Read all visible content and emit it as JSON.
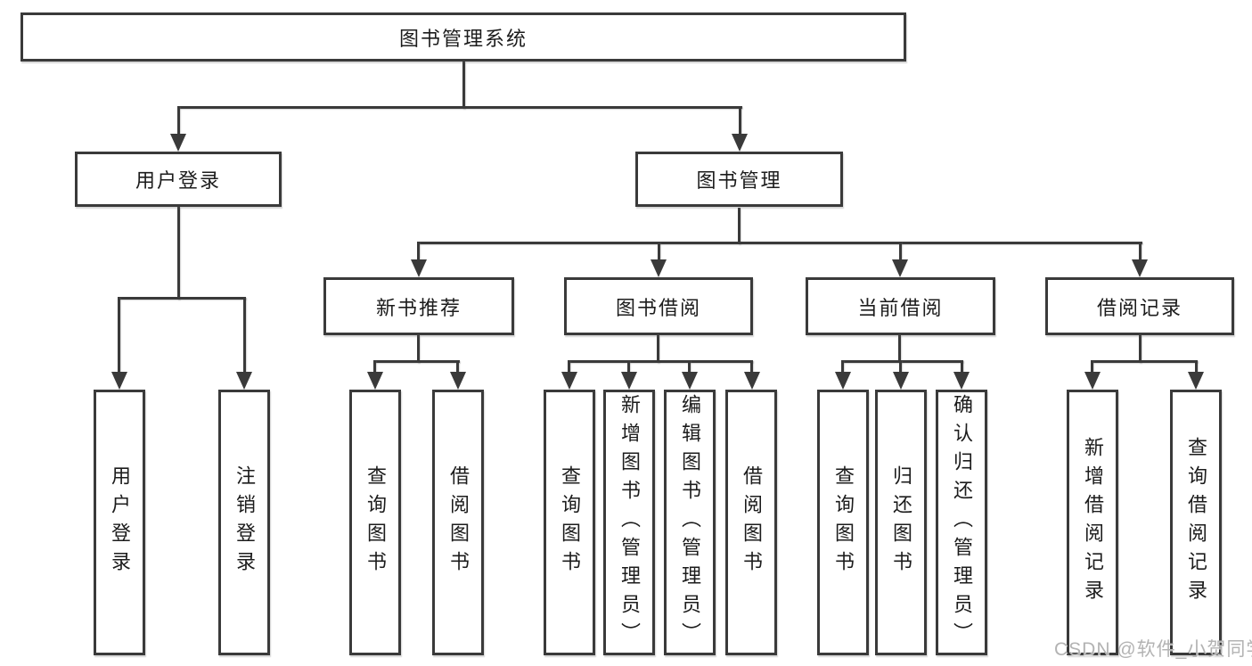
{
  "diagram_title": "图书管理系统",
  "watermark": {
    "text": "CSDN @软件_小贺同学"
  },
  "colors": {
    "line": "#3a3a3a",
    "box_border": "#3a3a3a",
    "text": "#1c1c1c",
    "background": "#ffffff",
    "watermark": "#b3b3b3"
  },
  "nodes": {
    "root": {
      "label": "图书管理系统"
    },
    "user_login": {
      "label": "用户登录"
    },
    "book_mgmt": {
      "label": "图书管理"
    },
    "new_book": {
      "label": "新书推荐"
    },
    "book_borrow": {
      "label": "图书借阅"
    },
    "current_borrow": {
      "label": "当前借阅"
    },
    "borrow_record": {
      "label": "借阅记录"
    },
    "leaf_user_login": {
      "label": "用户登录"
    },
    "leaf_logout": {
      "label": "注销登录"
    },
    "leaf_nb_query": {
      "label": "查询图书"
    },
    "leaf_nb_borrow": {
      "label": "借阅图书"
    },
    "leaf_bb_query": {
      "label": "查询图书"
    },
    "leaf_bb_add": {
      "label": "新增图书（管理员）"
    },
    "leaf_bb_edit": {
      "label": "编辑图书（管理员）"
    },
    "leaf_bb_borrow": {
      "label": "借阅图书"
    },
    "leaf_cb_query": {
      "label": "查询图书"
    },
    "leaf_cb_return": {
      "label": "归还图书"
    },
    "leaf_cb_confirm": {
      "label": "确认归还（管理员）"
    },
    "leaf_br_add": {
      "label": "新增借阅记录"
    },
    "leaf_br_query": {
      "label": "查询借阅记录"
    }
  },
  "hierarchy": {
    "图书管理系统": {
      "用户登录": [
        "用户登录",
        "注销登录"
      ],
      "图书管理": {
        "新书推荐": [
          "查询图书",
          "借阅图书"
        ],
        "图书借阅": [
          "查询图书",
          "新增图书（管理员）",
          "编辑图书（管理员）",
          "借阅图书"
        ],
        "当前借阅": [
          "查询图书",
          "归还图书",
          "确认归还（管理员）"
        ],
        "借阅记录": [
          "新增借阅记录",
          "查询借阅记录"
        ]
      }
    }
  }
}
